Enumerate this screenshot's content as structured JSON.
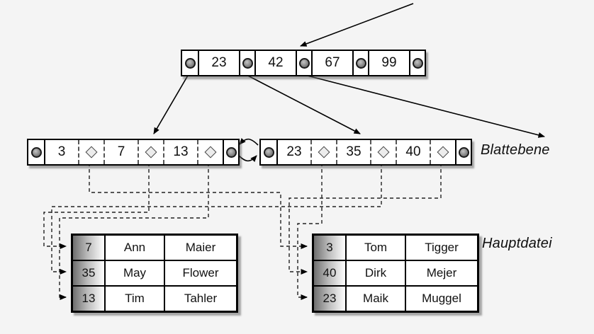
{
  "root_node": {
    "keys": [
      "23",
      "42",
      "67",
      "99"
    ]
  },
  "leaf_nodes": {
    "left": {
      "keys": [
        "3",
        "7",
        "13"
      ]
    },
    "right": {
      "keys": [
        "23",
        "35",
        "40"
      ]
    }
  },
  "labels": {
    "leaf_level": "Blattebene",
    "main_file": "Hauptdatei"
  },
  "tables": {
    "left": {
      "rows": [
        [
          "7",
          "Ann",
          "Maier"
        ],
        [
          "35",
          "May",
          "Flower"
        ],
        [
          "13",
          "Tim",
          "Tahler"
        ]
      ]
    },
    "right": {
      "rows": [
        [
          "3",
          "Tom",
          "Tigger"
        ],
        [
          "40",
          "Dirk",
          "Mejer"
        ],
        [
          "23",
          "Maik",
          "Muggel"
        ]
      ]
    }
  },
  "icons": {
    "node_pointer": "circle",
    "record_pointer": "diamond",
    "arrowhead": "filled-triangle"
  },
  "colors": {
    "background": "#f4f4f4",
    "node_fill": "#ffffff",
    "line": "#000000",
    "shadow": "#5a5a5a",
    "key_column_gradient_start": "#6e6e6e",
    "key_column_gradient_end": "#ffffff"
  }
}
